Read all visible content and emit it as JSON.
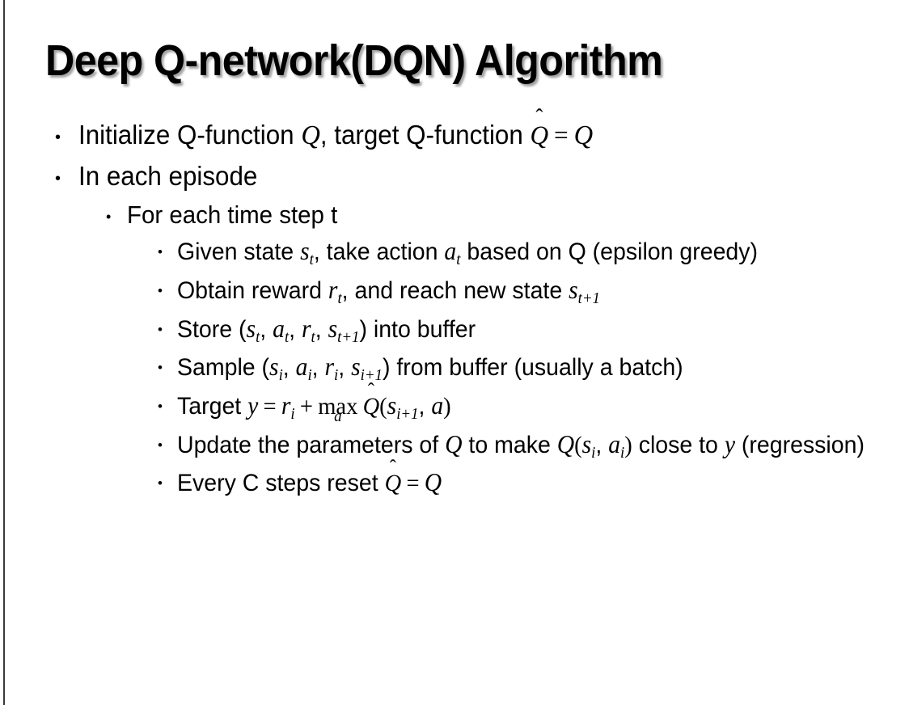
{
  "slide": {
    "title": "Deep Q-network(DQN) Algorithm",
    "background_color": "#ffffff",
    "text_color": "#000000",
    "edge_color": "#3a3a3a"
  },
  "bullets": {
    "b1": {
      "level": 1,
      "marker": "•",
      "text_parts": {
        "p1": "Initialize Q-function ",
        "math_q1": "Q",
        "p2": ", target Q-function ",
        "math_qhat": "Q",
        "hat": "̂",
        "eq": "=",
        "math_q2": "Q"
      },
      "plain": "Initialize Q-function Q, target Q-function Q̂ = Q"
    },
    "b2": {
      "level": 1,
      "marker": "•",
      "text": "In each episode"
    },
    "b3": {
      "level": 2,
      "marker": "•",
      "text": "For each time step t"
    },
    "b4": {
      "level": 3,
      "marker": "•",
      "parts": {
        "p1": "Given state ",
        "s": "s",
        "s_sub": "t",
        "p2": ", take action ",
        "a": "a",
        "a_sub": "t",
        "p3": " based on Q (epsilon greedy)"
      },
      "plain": "Given state s_t, take action a_t based on Q (epsilon greedy)"
    },
    "b5": {
      "level": 3,
      "marker": "•",
      "parts": {
        "p1": "Obtain reward ",
        "r": "r",
        "r_sub": "t",
        "p2": ", and reach new state ",
        "s": "s",
        "s_sub": "t+1"
      },
      "plain": "Obtain reward r_t, and reach new state s_{t+1}"
    },
    "b6": {
      "level": 3,
      "marker": "•",
      "parts": {
        "p1": "Store (",
        "s1": "s",
        "s1_sub": "t",
        "c1": ", ",
        "a1": "a",
        "a1_sub": "t",
        "c2": ", ",
        "r1": "r",
        "r1_sub": "t",
        "c3": ", ",
        "s2": "s",
        "s2_sub": "t+1",
        "p2": ") into buffer"
      },
      "plain": "Store (s_t, a_t, r_t, s_{t+1}) into buffer"
    },
    "b7": {
      "level": 3,
      "marker": "•",
      "parts": {
        "p1": "Sample (",
        "s1": "s",
        "s1_sub": "i",
        "c1": ", ",
        "a1": "a",
        "a1_sub": "i",
        "c2": ", ",
        "r1": "r",
        "r1_sub": "i",
        "c3": ", ",
        "s2": "s",
        "s2_sub": "i+1",
        "p2": ") from buffer (usually a batch)"
      },
      "plain": "Sample (s_i, a_i, r_i, s_{i+1}) from buffer (usually a batch)"
    },
    "b8": {
      "level": 3,
      "marker": "•",
      "parts": {
        "p1": "Target ",
        "y": "y",
        "eq": "=",
        "r": "r",
        "r_sub": "i",
        "plus": "+",
        "op": "max",
        "op_lim": "a",
        "qhat": "Q",
        "hat": "̂",
        "paren_open": "(",
        "s": "s",
        "s_sub": "i+1",
        "comma": ", ",
        "a": "a",
        "paren_close": ")"
      },
      "plain": "Target y = r_i + max_a Q̂(s_{i+1}, a)"
    },
    "b9": {
      "level": 3,
      "marker": "•",
      "parts": {
        "p1": "Update the parameters of ",
        "q1": "Q",
        "p2": " to make ",
        "q2": "Q",
        "paren_open": "(",
        "s": "s",
        "s_sub": "i",
        "comma": ", ",
        "a": "a",
        "a_sub": "i",
        "paren_close": ")",
        "p3": " close to ",
        "y": "y",
        "p4": " (regression)"
      },
      "plain": "Update the parameters of Q to make Q(s_i, a_i) close to y (regression)"
    },
    "b10": {
      "level": 3,
      "marker": "•",
      "parts": {
        "p1": "Every C steps reset ",
        "qhat": "Q",
        "hat": "̂",
        "eq": "=",
        "q": "Q"
      },
      "plain": "Every C steps reset Q̂ = Q"
    }
  }
}
